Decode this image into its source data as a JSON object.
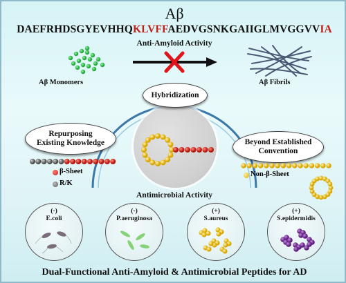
{
  "title": "Aβ",
  "sequence": {
    "part1": "DAEFRHDSGYEVHHQ",
    "highlight1": "KLVFF",
    "part2": "AEDVGSNKGAIIGLMVGGVV",
    "highlight2": "IA"
  },
  "anti_amyloid_label": "Anti-Amyloid Activity",
  "monomers_label": "Aβ Monomers",
  "fibrils_label": "Aβ Fibrils",
  "hybridization_label": "Hybridization",
  "repurposing_label_line1": "Repurposing",
  "repurposing_label_line2": "Existing Knowledge",
  "beyond_label_line1": "Beyond Established",
  "beyond_label_line2": "Convention",
  "legend_beta_sheet": "β-Sheet",
  "legend_rk": "R/K",
  "legend_non_beta": "Non-β-Sheet",
  "antimicrobial_label": "Antimicrobial Activity",
  "bacteria": [
    {
      "sign": "(-)",
      "name": "E.coli"
    },
    {
      "sign": "(-)",
      "name": "P.aeruginosa"
    },
    {
      "sign": "(+)",
      "name": "S.aureus"
    },
    {
      "sign": "(+)",
      "name": "S.epidermidis"
    }
  ],
  "bottom_title": "Dual-Functional Anti-Amyloid & Antimicrobial  Peptides for AD",
  "colors": {
    "red": "#c0201c",
    "yellow": "#f2cc1a",
    "gray": "#6e6e6e",
    "green": "#2fc94a",
    "purple": "#7a2e9a"
  }
}
